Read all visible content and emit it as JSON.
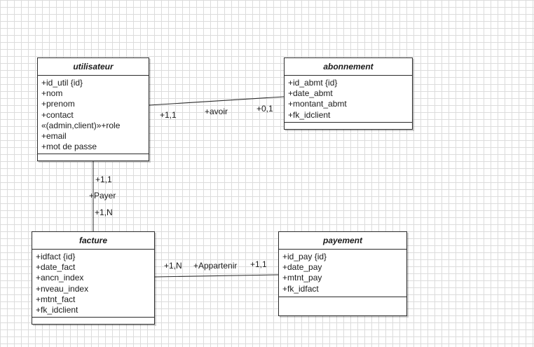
{
  "classes": {
    "utilisateur": {
      "name": "utilisateur",
      "attributes": [
        "+id_util {id}",
        "+nom",
        "+prenom",
        "+contact",
        "«(admin,client)»+role",
        "+email",
        "+mot de passe"
      ]
    },
    "abonnement": {
      "name": "abonnement",
      "attributes": [
        "+id_abmt {id}",
        "+date_abmt",
        "+montant_abmt",
        "+fk_idclient"
      ]
    },
    "facture": {
      "name": "facture",
      "attributes": [
        "+idfact {id}",
        "+date_fact",
        "+ancn_index",
        "+nveau_index",
        "+mtnt_fact",
        "+fk_idclient"
      ]
    },
    "payement": {
      "name": "payement",
      "attributes": [
        "+id_pay {id}",
        "+date_pay",
        "+mtnt_pay",
        "+fk_idfact"
      ]
    }
  },
  "associations": {
    "avoir": {
      "name": "+avoir",
      "source_mult": "+1,1",
      "target_mult": "+0,1"
    },
    "payer": {
      "name": "+Payer",
      "source_mult": "+1,1",
      "target_mult": "+1,N"
    },
    "appartenir": {
      "name": "+Appartenir",
      "source_mult": "+1,N",
      "target_mult": "+1,1"
    }
  }
}
